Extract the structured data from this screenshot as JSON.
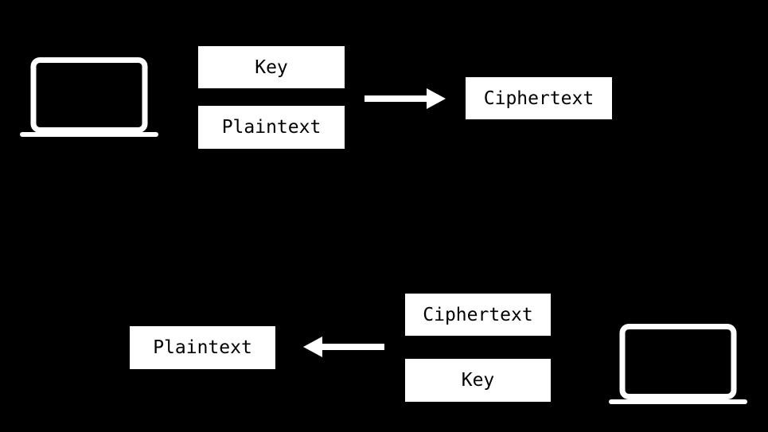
{
  "encryption": {
    "key_label": "Key",
    "plaintext_label": "Plaintext",
    "ciphertext_label": "Ciphertext",
    "device_icon": "laptop-icon",
    "arrow_icon": "arrow-right-icon"
  },
  "decryption": {
    "ciphertext_label": "Ciphertext",
    "key_label": "Key",
    "plaintext_label": "Plaintext",
    "device_icon": "laptop-icon",
    "arrow_icon": "arrow-left-icon"
  },
  "colors": {
    "background": "#000000",
    "foreground": "#ffffff",
    "box_text": "#000000"
  }
}
